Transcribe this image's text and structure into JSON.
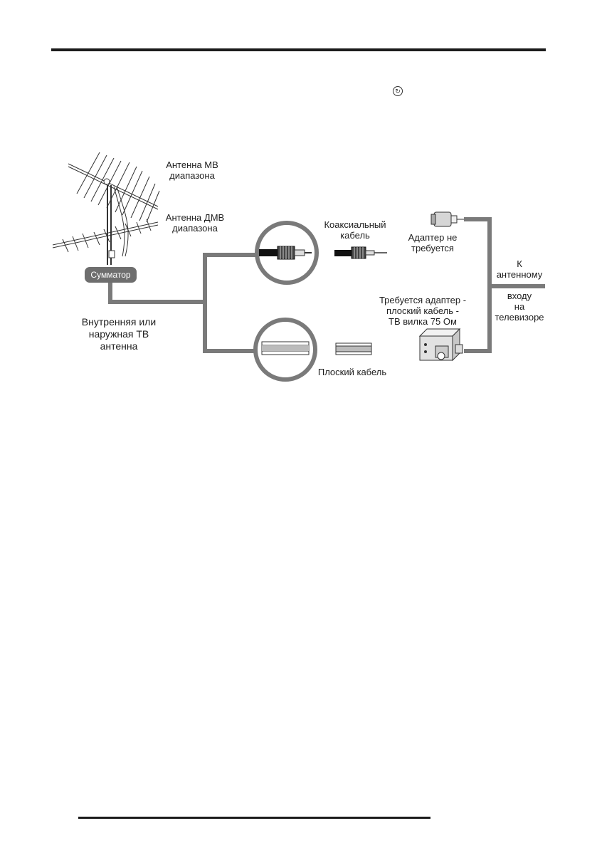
{
  "page": {
    "mode_icon": "circle-arrows-icon"
  },
  "diagram": {
    "labels": {
      "vhf_antenna": "Антенна МВ\nдиапазона",
      "uhf_antenna": "Антенна ДМВ\nдиапазона",
      "combiner": "Сумматор",
      "indoor_outdoor_antenna": "Внутренняя или\nнаружная ТВ\nантенна",
      "coaxial_cable": "Коаксиальный\nкабель",
      "adapter_not_required": "Адаптер не\nтребуется",
      "adapter_required": "Требуется адаптер -\nплоский кабель -\nТВ вилка 75 Ом",
      "flat_cable": "Плоский кабель",
      "to_tv_input_1": "К\nантенному",
      "to_tv_input_2": "входу\nна\nтелевизоре"
    },
    "colors": {
      "line": "#7a7a7a",
      "rule": "#1c1c1c",
      "combiner_bg": "#6e6e6e"
    }
  }
}
